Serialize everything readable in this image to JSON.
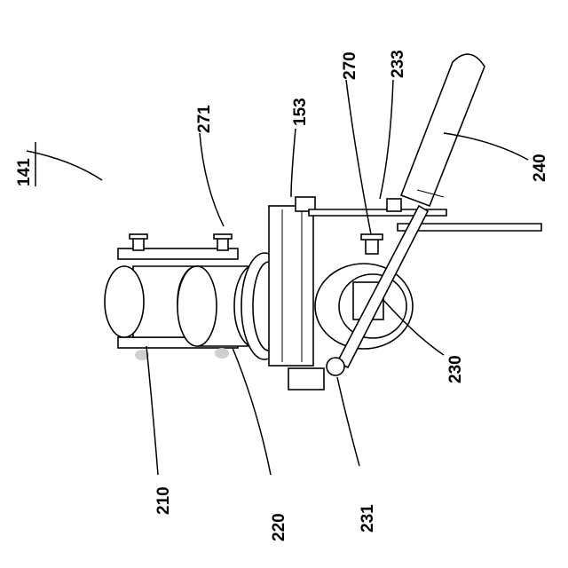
{
  "figure": {
    "labels": {
      "assembly": "141",
      "tube_first": "210",
      "tube_second": "220",
      "handle_pivot": "231",
      "handle_arm": "230",
      "grip": "240",
      "bracket": "153",
      "fastener_left": "271",
      "fastener_right": "270",
      "rod_end": "233"
    }
  }
}
